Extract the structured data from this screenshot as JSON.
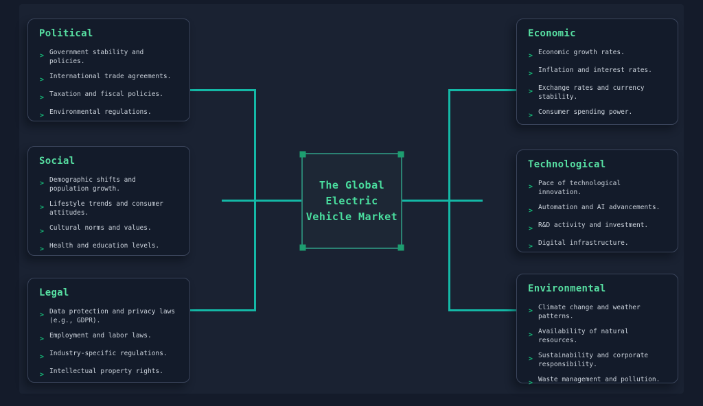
{
  "colors": {
    "background": "#141b2a",
    "canvas": "#1a2232",
    "card_bg": "#131b2a",
    "card_border": "#3b455c",
    "accent_line": "#14b8a6",
    "title_green": "#57dfa2",
    "bullet_green": "#16b877",
    "body_text": "#ccd3dc",
    "center_text": "#4adf9f",
    "center_bg": "#1d2735",
    "center_border": "#2b8273",
    "handle_green": "#1d9e70"
  },
  "bullet_glyph": ">",
  "center": {
    "line1": "The Global",
    "line2": "Electric",
    "line3": "Vehicle Market"
  },
  "panels": [
    {
      "title": "Political",
      "items": [
        "Government stability and policies.",
        "International trade agreements.",
        "Taxation and fiscal policies.",
        "Environmental regulations."
      ]
    },
    {
      "title": "Social",
      "items": [
        "Demographic shifts and population growth.",
        "Lifestyle trends and consumer attitudes.",
        "Cultural norms and values.",
        "Health and education levels."
      ]
    },
    {
      "title": "Legal",
      "items": [
        "Data protection and privacy laws (e.g., GDPR).",
        "Employment and labor laws.",
        "Industry-specific regulations.",
        "Intellectual property rights."
      ]
    },
    {
      "title": "Economic",
      "items": [
        "Economic growth rates.",
        "Inflation and interest rates.",
        "Exchange rates and currency stability.",
        "Consumer spending power."
      ]
    },
    {
      "title": "Technological",
      "items": [
        "Pace of technological innovation.",
        "Automation and AI advancements.",
        "R&D activity and investment.",
        "Digital infrastructure."
      ]
    },
    {
      "title": "Environmental",
      "items": [
        "Climate change and weather patterns.",
        "Availability of natural resources.",
        "Sustainability and corporate responsibility.",
        "Waste management and pollution."
      ]
    }
  ]
}
